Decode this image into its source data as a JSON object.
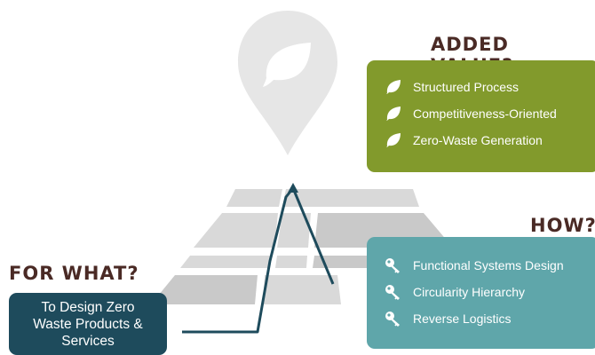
{
  "headings": {
    "added_value": "ADDED VALUE?",
    "how": "HOW?",
    "for_what": "FOR WHAT?"
  },
  "added_value": {
    "items": [
      {
        "label": "Structured Process",
        "icon": "leaf-icon"
      },
      {
        "label": "Competitiveness-Oriented",
        "icon": "leaf-icon"
      },
      {
        "label": "Zero-Waste Generation",
        "icon": "leaf-icon"
      }
    ]
  },
  "how": {
    "items": [
      {
        "label": "Functional Systems Design",
        "icon": "key-icon"
      },
      {
        "label": "Circularity Hierarchy",
        "icon": "key-icon"
      },
      {
        "label": "Reverse Logistics",
        "icon": "key-icon"
      }
    ]
  },
  "for_what": {
    "lines": [
      "To Design Zero",
      "Waste Products &",
      "Services"
    ]
  },
  "colors": {
    "heading": "#4a2a25",
    "green_box": "#829a2c",
    "teal_box": "#5fa6aa",
    "dark_box": "#1e4b5c",
    "map_tiles": "#d6d6d6",
    "pin": "#e6e6e6",
    "path_line": "#1e4b5c"
  }
}
